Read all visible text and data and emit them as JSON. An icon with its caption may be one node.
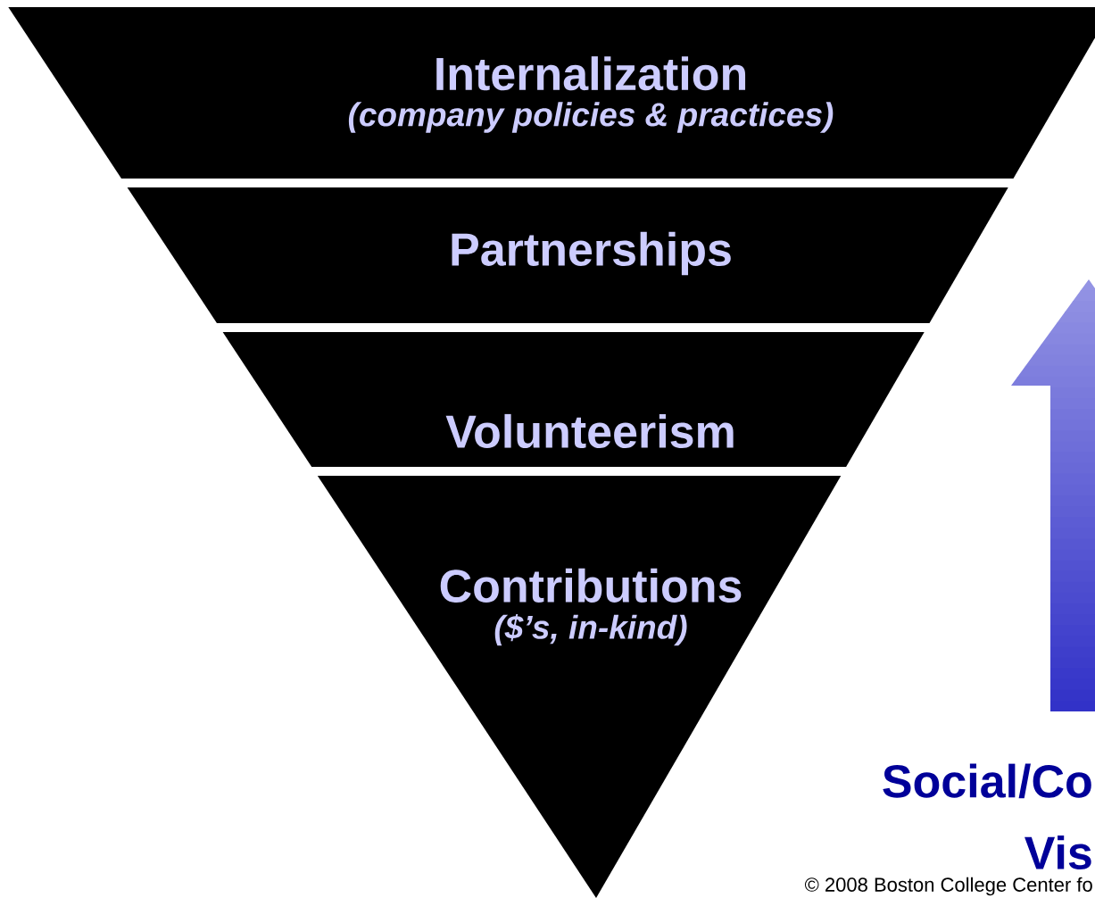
{
  "diagram": {
    "nodes": [
      {
        "text": [
          "Internalization",
          "(company policies & practices)"
        ]
      },
      {
        "text": [
          "Partnerships"
        ]
      },
      {
        "text": [
          "Volunteerism"
        ]
      },
      {
        "text": [
          "Contributions",
          "($’s, in-kind)"
        ]
      }
    ],
    "labels": [
      "Social/Co",
      "Vis",
      "© 2008 Boston College Center fo"
    ]
  }
}
